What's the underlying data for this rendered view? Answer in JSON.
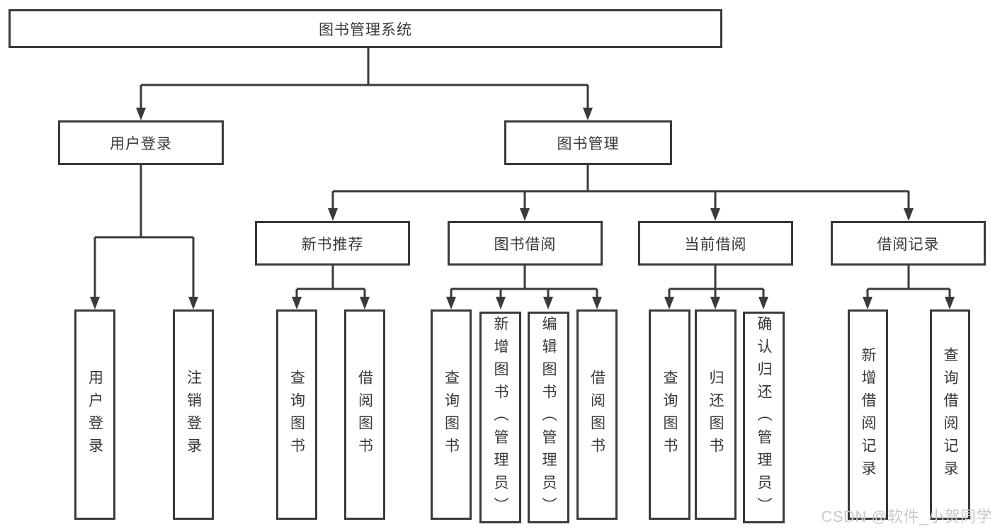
{
  "diagram_type": "hierarchy-tree",
  "tree": {
    "label": "图书管理系统",
    "children": [
      {
        "label": "用户登录",
        "children": [
          {
            "label": "用户登录"
          },
          {
            "label": "注销登录"
          }
        ]
      },
      {
        "label": "图书管理",
        "children": [
          {
            "label": "新书推荐",
            "children": [
              {
                "label": "查询图书"
              },
              {
                "label": "借阅图书"
              }
            ]
          },
          {
            "label": "图书借阅",
            "children": [
              {
                "label": "查询图书"
              },
              {
                "label": "新增图书（管理员）"
              },
              {
                "label": "编辑图书（管理员）"
              },
              {
                "label": "借阅图书"
              }
            ]
          },
          {
            "label": "当前借阅",
            "children": [
              {
                "label": "查询图书"
              },
              {
                "label": "归还图书"
              },
              {
                "label": "确认归还（管理员）"
              }
            ]
          },
          {
            "label": "借阅记录",
            "children": [
              {
                "label": "新增借阅记录"
              },
              {
                "label": "查询借阅记录"
              }
            ]
          }
        ]
      }
    ]
  },
  "watermark": "CSDN @软件_小贺同学",
  "colors": {
    "line": "#3a3a3a",
    "box_border": "#3a3a3a",
    "box_background": "#ffffff",
    "text": "#383838",
    "watermark": "#c9c9c9",
    "page_background": "#ffffff"
  }
}
